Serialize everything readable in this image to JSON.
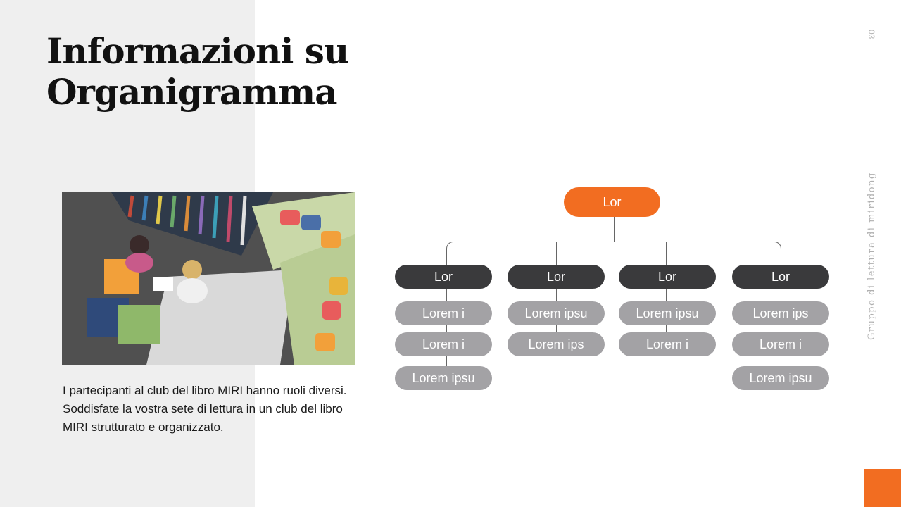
{
  "slide": {
    "title_line1": "Informazioni su",
    "title_line2": "Organigramma",
    "page_number": "03",
    "side_caption": "Gruppo di lettura di miridong",
    "description": "I partecipanti al club del libro MIRI hanno ruoli diversi. Soddisfate la vostra sete di lettura in un club del libro MIRI strutturato e organizzato.",
    "colors": {
      "accent": "#f26d21",
      "head": "#3a3a3c",
      "item": "#a3a2a5",
      "panel": "#efefef"
    }
  },
  "org_chart": {
    "root": "Lor",
    "columns": [
      {
        "head": "Lor",
        "items": [
          "Lorem i",
          "Lorem i",
          "Lorem ipsu"
        ]
      },
      {
        "head": "Lor",
        "items": [
          "Lorem ipsu",
          "Lorem ips"
        ]
      },
      {
        "head": "Lor",
        "items": [
          "Lorem ipsu",
          "Lorem i"
        ]
      },
      {
        "head": "Lor",
        "items": [
          "Lorem ips",
          "Lorem i",
          "Lorem ipsu"
        ]
      }
    ]
  }
}
